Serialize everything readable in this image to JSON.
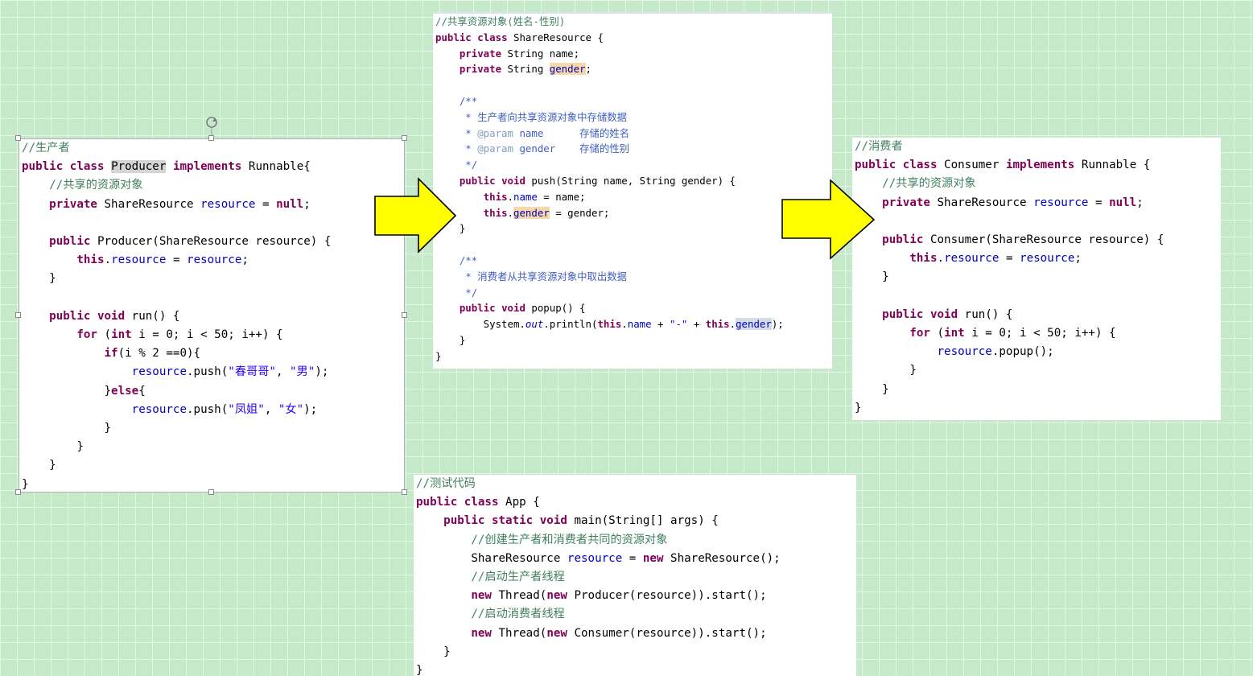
{
  "producer": {
    "comment": "//生产者",
    "lines": [
      "public class Producer implements Runnable{",
      "    //共享的资源对象",
      "    private ShareResource resource = null;",
      "",
      "    public Producer(ShareResource resource) {",
      "        this.resource = resource;",
      "    }",
      "",
      "    public void run() {",
      "        for (int i = 0; i < 50; i++) {",
      "            if(i % 2 ==0){",
      "                resource.push(\"春哥哥\", \"男\");",
      "            }else{",
      "                resource.push(\"凤姐\", \"女\");",
      "            }",
      "        }",
      "    }",
      "}"
    ]
  },
  "share_resource": {
    "comment": "//共享资源对象(姓名-性别)",
    "lines": [
      "public class ShareResource {",
      "    private String name;",
      "    private String gender;",
      "",
      "    /**",
      "     * 生产者向共享资源对象中存储数据",
      "     * @param name      存储的姓名",
      "     * @param gender    存储的性别",
      "     */",
      "    public void push(String name, String gender) {",
      "        this.name = name;",
      "        this.gender = gender;",
      "    }",
      "",
      "    /**",
      "     * 消费者从共享资源对象中取出数据",
      "     */",
      "    public void popup() {",
      "        System.out.println(this.name + \"-\" + this.gender);",
      "    }",
      "}"
    ]
  },
  "consumer": {
    "comment": "//消费者",
    "lines": [
      "public class Consumer implements Runnable {",
      "    //共享的资源对象",
      "    private ShareResource resource = null;",
      "",
      "    public Consumer(ShareResource resource) {",
      "        this.resource = resource;",
      "    }",
      "",
      "    public void run() {",
      "        for (int i = 0; i < 50; i++) {",
      "            resource.popup();",
      "        }",
      "    }",
      "}"
    ]
  },
  "app": {
    "comment": "//测试代码",
    "lines": [
      "public class App {",
      "    public static void main(String[] args) {",
      "        //创建生产者和消费者共同的资源对象",
      "        ShareResource resource = new ShareResource();",
      "        //启动生产者线程",
      "        new Thread(new Producer(resource)).start();",
      "        //启动消费者线程",
      "        new Thread(new Consumer(resource)).start();",
      "    }",
      "}"
    ]
  },
  "colors": {
    "background": "#c6e9c9",
    "arrow_fill": "#ffff00",
    "keyword": "#7f0055",
    "field": "#0000c0",
    "string": "#2a00ff",
    "comment": "#3f7f5f",
    "javadoc": "#3f5fbf"
  },
  "icons": [
    "rotate-handle-icon",
    "arrow-right-icon"
  ]
}
